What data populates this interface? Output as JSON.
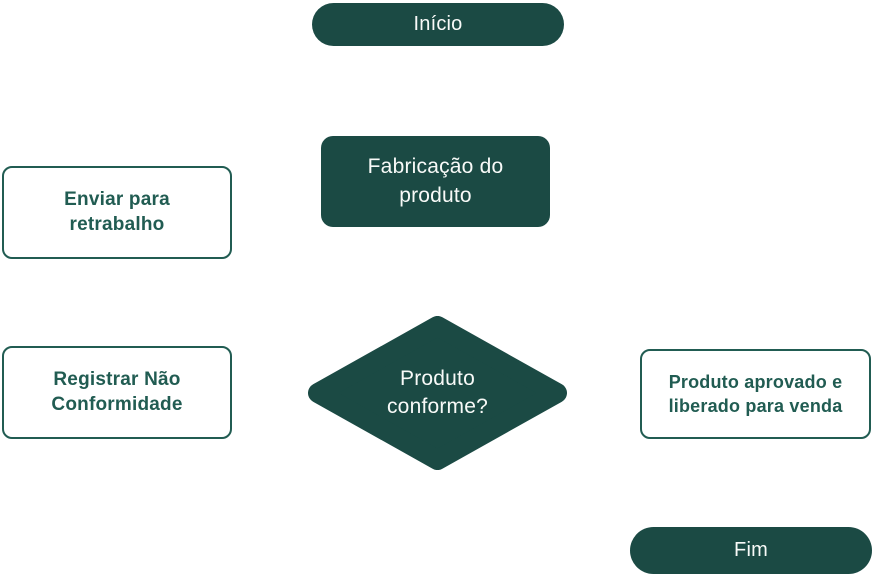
{
  "diagram": {
    "type": "flowchart",
    "language": "pt-BR",
    "background_color": "#FFFFFF",
    "colors": {
      "shape_fill": "#1B4A44",
      "shape_outline": "#215C52",
      "text_on_fill": "#F8FAF8",
      "text_outlined": "#215C52"
    },
    "nodes": {
      "start": {
        "label": "Início",
        "shape": "terminator",
        "style": "filled"
      },
      "process": {
        "label": "Fabricação do produto",
        "shape": "process",
        "style": "filled"
      },
      "rework": {
        "label": "Enviar para retrabalho",
        "shape": "process",
        "style": "outlined"
      },
      "nonconformity": {
        "label": "Registrar Não Conformidade",
        "shape": "process",
        "style": "outlined"
      },
      "decision": {
        "label": "Produto conforme?",
        "shape": "decision",
        "style": "filled"
      },
      "approved": {
        "label": "Produto aprovado e liberado para venda",
        "shape": "process",
        "style": "outlined"
      },
      "end": {
        "label": "Fim",
        "shape": "terminator",
        "style": "filled"
      }
    },
    "connectors": []
  }
}
